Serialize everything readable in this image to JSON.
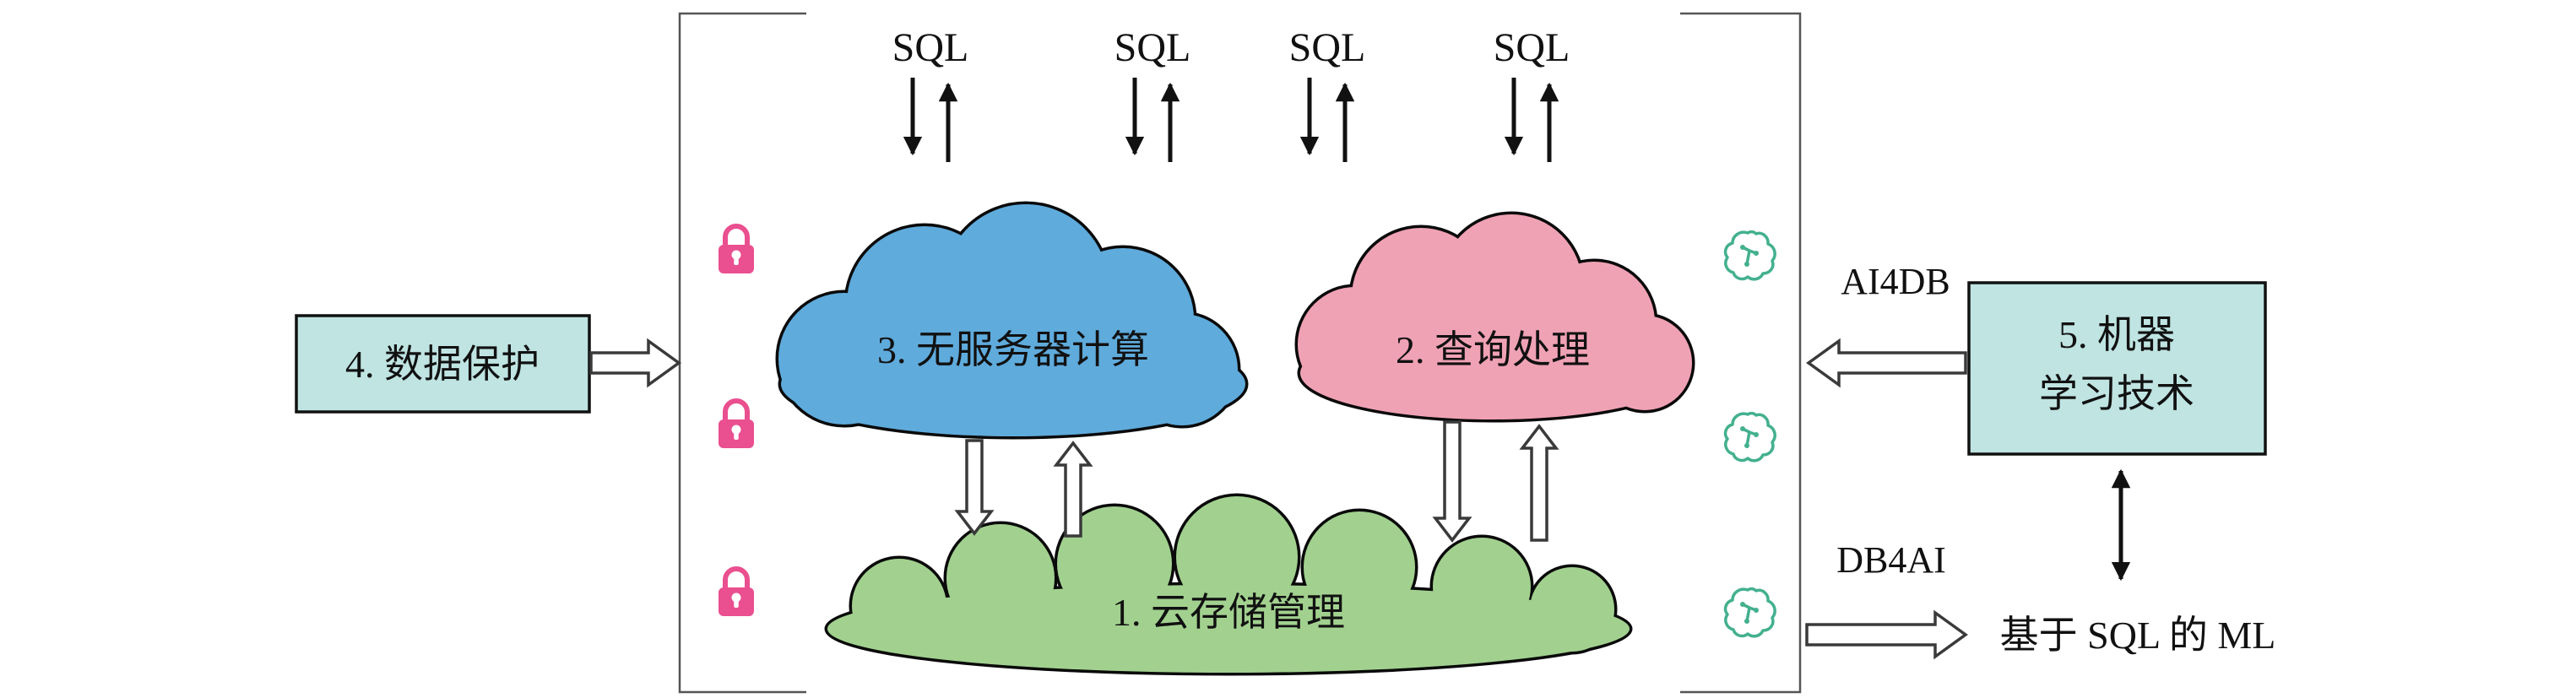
{
  "figure": {
    "sql_labels": [
      "SQL",
      "SQL",
      "SQL",
      "SQL"
    ],
    "clouds": {
      "serverless": {
        "label": "3. 无服务器计算",
        "color": "#5fabdc"
      },
      "query": {
        "label": "2. 查询处理",
        "color": "#f0a2b5"
      },
      "storage": {
        "label": "1. 云存储管理",
        "color": "#a2d18f"
      }
    },
    "data_protection_box": {
      "label": "4. 数据保护",
      "fill": "#bfe4e2"
    },
    "ml_box": {
      "line1": "5. 机器",
      "line2": "学习技术",
      "fill": "#bfe4e2"
    },
    "labels": {
      "ai4db": "AI4DB",
      "db4ai": "DB4AI",
      "sql_ml": "基于 SQL 的 ML",
      "sql_ml_color": "#7d1b1b"
    },
    "icons": {
      "lock": {
        "name": "lock-icon",
        "color": "#ea4f8f",
        "count": 3
      },
      "brain": {
        "name": "ai-brain-icon",
        "color": "#43b08e",
        "count": 3
      }
    }
  }
}
